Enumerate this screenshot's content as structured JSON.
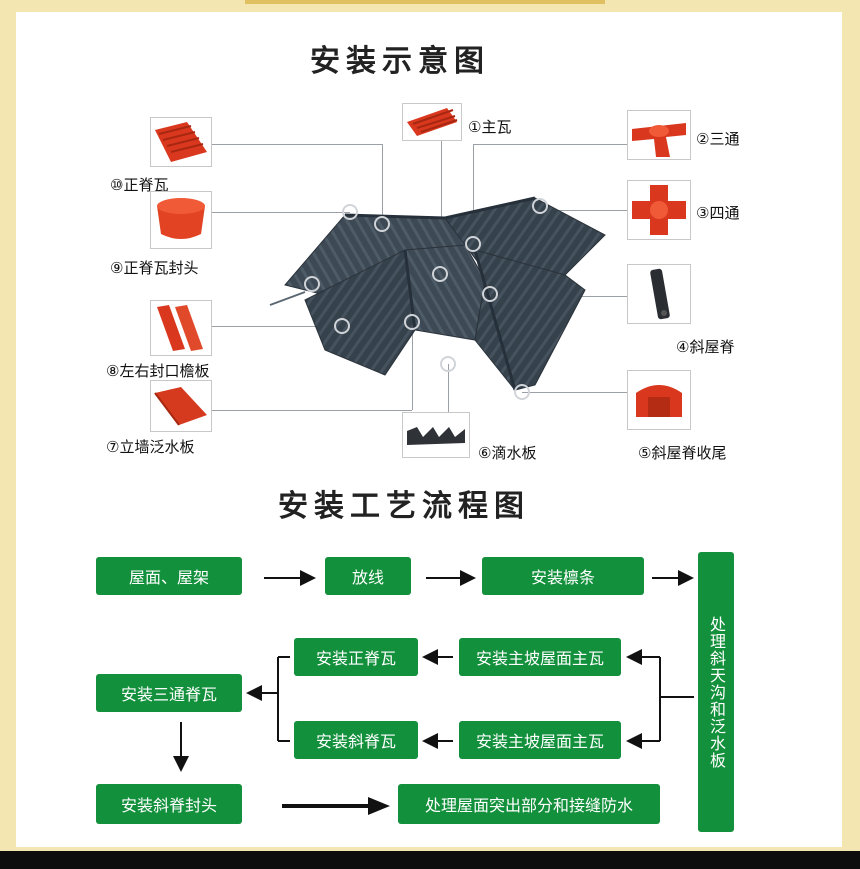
{
  "diagram_title": "安装示意图",
  "flow_title": "安装工艺流程图",
  "parts": {
    "p1": "①主瓦",
    "p2": "②三通",
    "p3": "③四通",
    "p4": "④斜屋脊",
    "p5": "⑤斜屋脊收尾",
    "p6": "⑥滴水板",
    "p7": "⑦立墙泛水板",
    "p8": "⑧左右封口檐板",
    "p9": "⑨正脊瓦封头",
    "p10": "⑩正脊瓦"
  },
  "flow": {
    "roof_frame": "屋面、屋架",
    "layout_lines": "放线",
    "install_purlins": "安装檩条",
    "valley_flashing": "处理斜天沟和泛水板",
    "main_tiles_upper": "安装主坡屋面主瓦",
    "main_tiles_lower": "安装主坡屋面主瓦",
    "ridge_tile": "安装正脊瓦",
    "hip_tile": "安装斜脊瓦",
    "tee_ridge": "安装三通脊瓦",
    "hip_cap": "安装斜脊封头",
    "final": "处理屋面突出部分和接缝防水"
  },
  "colors": {
    "box_green": "#13903c",
    "frame": "#f4e6b0",
    "tile_red": "#d9381e",
    "roof_slate": "#3d4954"
  }
}
